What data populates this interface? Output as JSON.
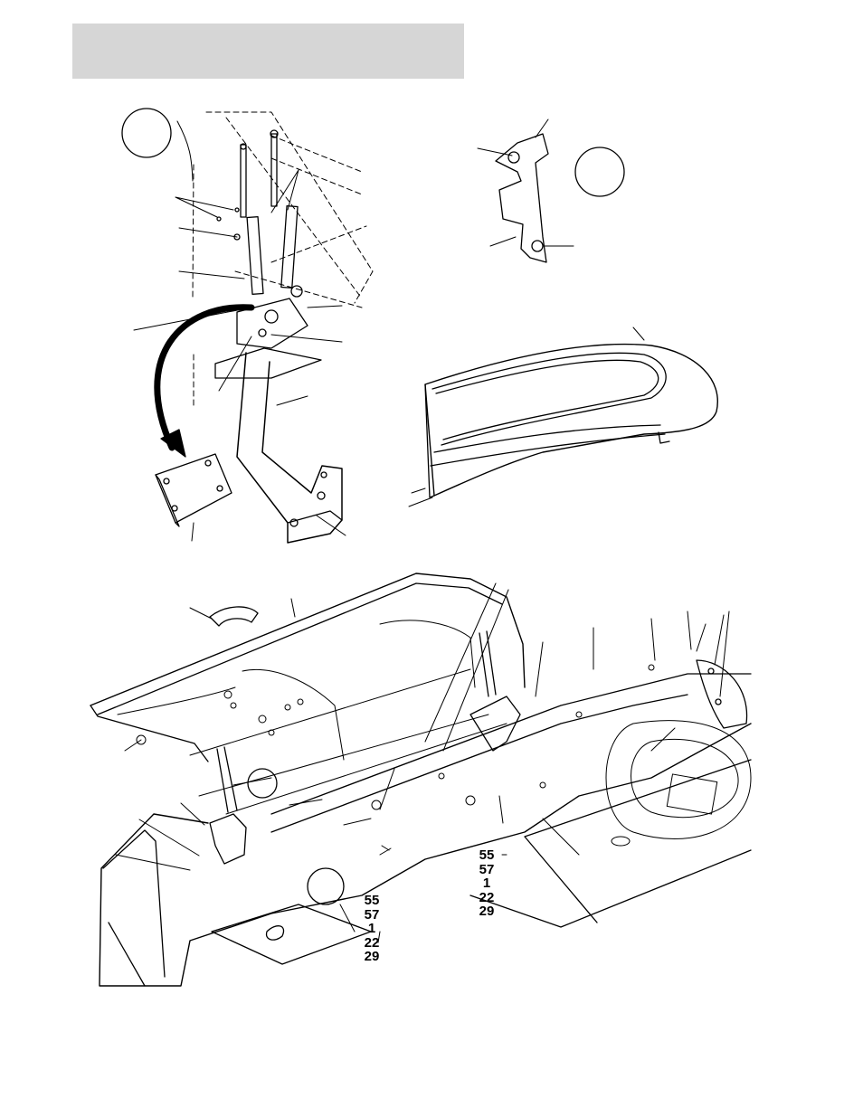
{
  "header": {
    "title": ""
  },
  "callouts": {
    "left": [
      "55",
      "57",
      "1",
      "22",
      "29"
    ],
    "right": [
      "55",
      "57",
      "1",
      "22",
      "29"
    ]
  }
}
